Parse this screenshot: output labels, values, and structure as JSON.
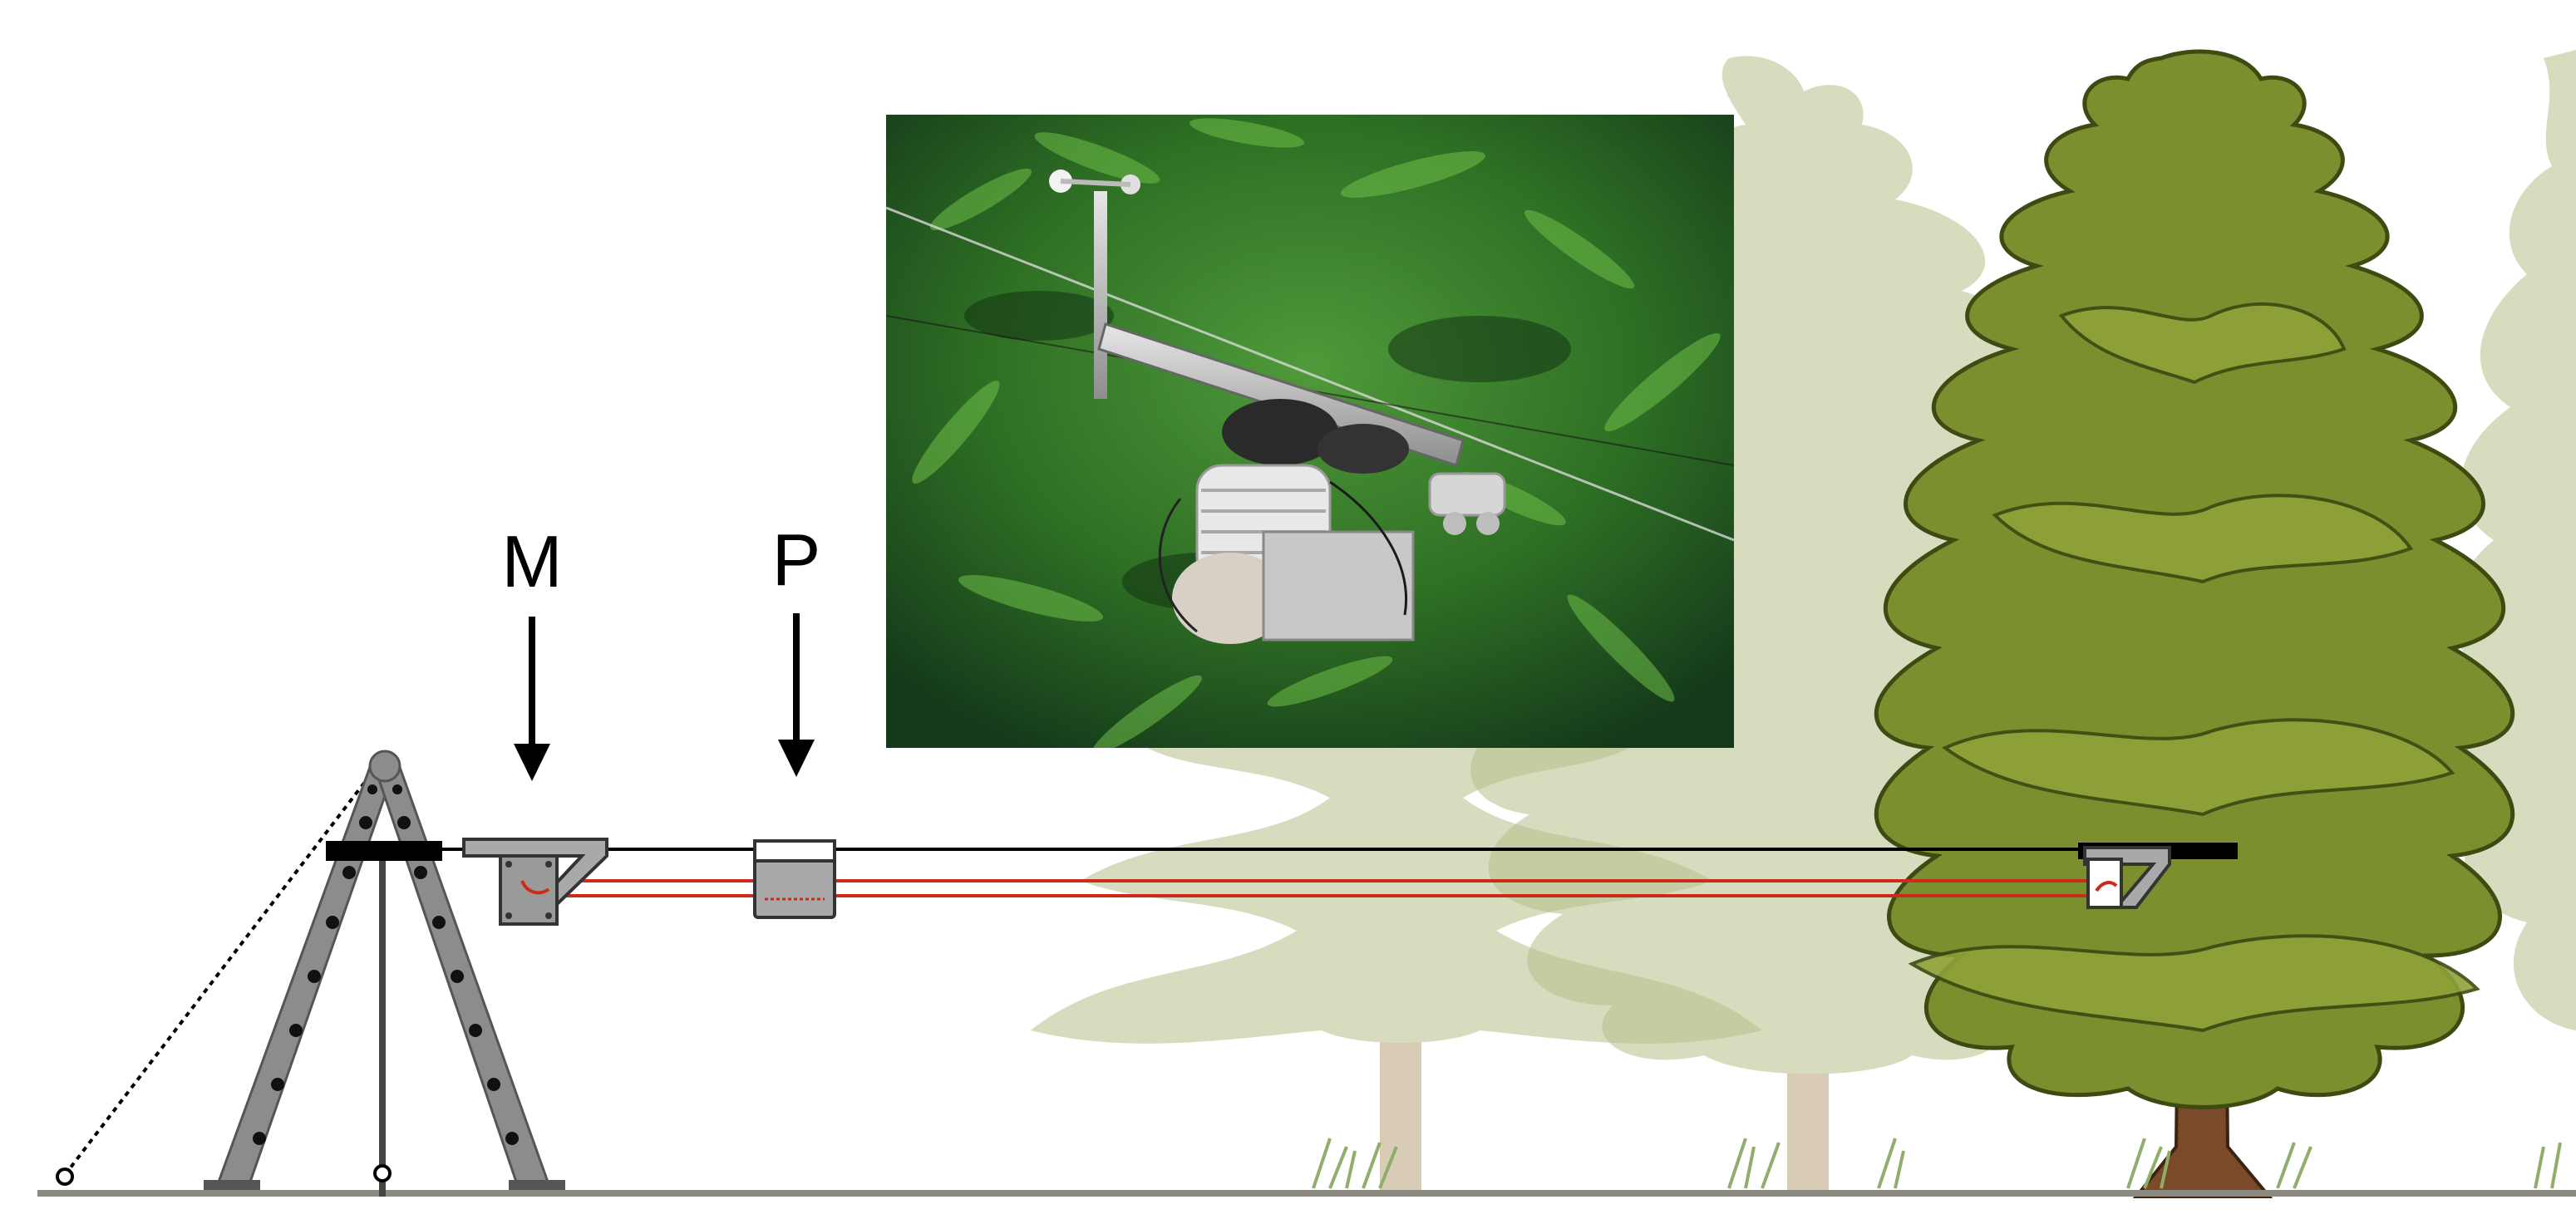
{
  "labels": {
    "mobile_unit": "M",
    "pulley_unit": "P"
  },
  "colors": {
    "background": "#ffffff",
    "ground": "#8a8a80",
    "tree_foreground_foliage": "#7c8f2e",
    "tree_foreground_outline": "#3d4a12",
    "tree_background_foliage": "#c9cfa6",
    "tree_trunk": "#7b4a2a",
    "tree_trunk_bg": "#c4b08f",
    "ladder": "#8c8c8c",
    "ladder_holes": "#111111",
    "cable": "#000000",
    "drive_line": "#cc2a1a",
    "box_fill": "#a9a9a9"
  },
  "icons": {
    "ladder": "a-frame-ladder-icon",
    "arrow": "down-arrow-icon",
    "photo": "sensor-platform-photo"
  }
}
